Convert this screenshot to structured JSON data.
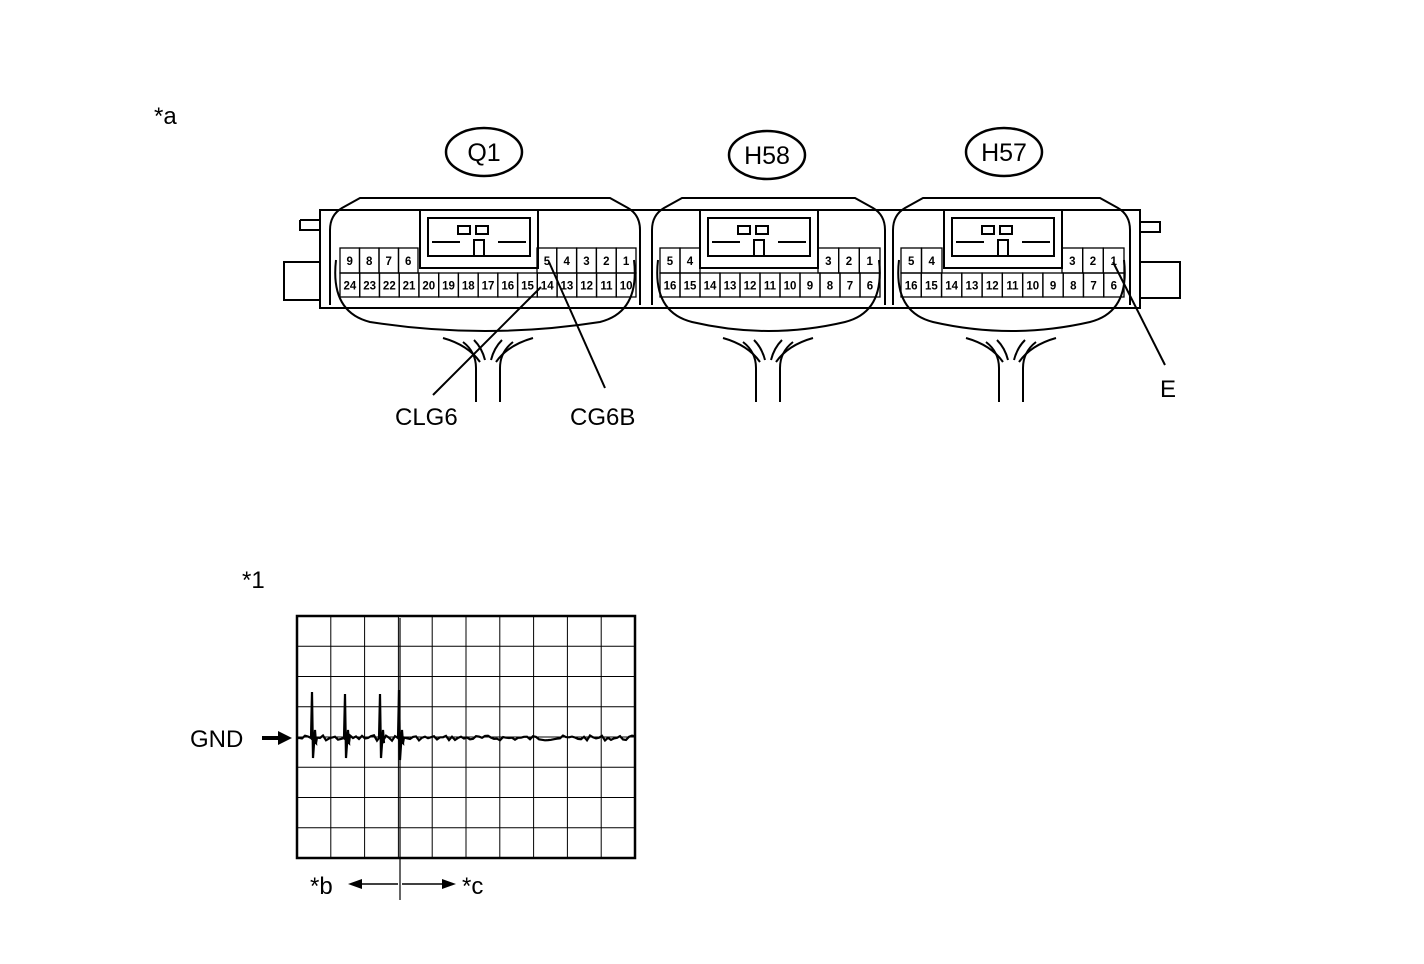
{
  "view_labels": {
    "a": "*a",
    "one": "*1",
    "b": "*b",
    "c": "*c"
  },
  "connectors": [
    {
      "name": "Q1",
      "top_row": [
        "9",
        "8",
        "7",
        "6",
        "5",
        "4",
        "3",
        "2",
        "1"
      ],
      "bottom_row": [
        "24",
        "23",
        "22",
        "21",
        "20",
        "19",
        "18",
        "17",
        "16",
        "15",
        "14",
        "13",
        "12",
        "11",
        "10"
      ]
    },
    {
      "name": "H58",
      "top_row": [
        "5",
        "4",
        "3",
        "2",
        "1"
      ],
      "bottom_row": [
        "16",
        "15",
        "14",
        "13",
        "12",
        "11",
        "10",
        "9",
        "8",
        "7",
        "6"
      ]
    },
    {
      "name": "H57",
      "top_row": [
        "5",
        "4",
        "3",
        "2",
        "1"
      ],
      "bottom_row": [
        "16",
        "15",
        "14",
        "13",
        "12",
        "11",
        "10",
        "9",
        "8",
        "7",
        "6"
      ]
    }
  ],
  "terminal_labels": {
    "clg6": "CLG6",
    "cg6b": "CG6B",
    "e": "E"
  },
  "waveform": {
    "gnd_label": "GND",
    "grid_columns": 10,
    "grid_rows": 8
  },
  "colors": {
    "line": "#000000",
    "background": "#ffffff"
  }
}
